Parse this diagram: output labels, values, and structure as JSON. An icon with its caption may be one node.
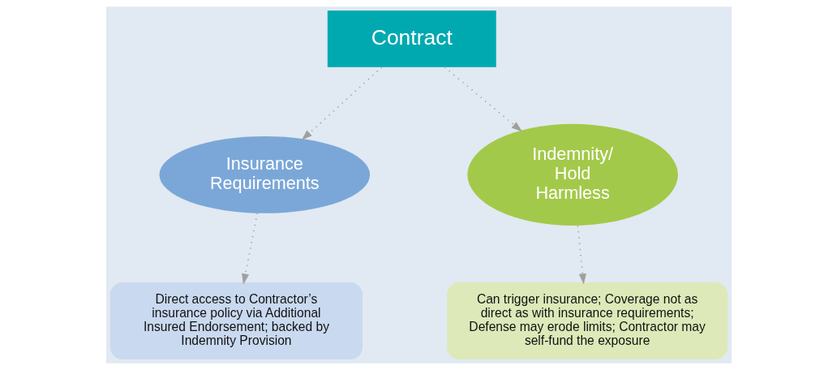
{
  "diagram": {
    "nodes": [
      {
        "text": [
          "Contract"
        ]
      },
      {
        "text": [
          "Insurance Requirements"
        ]
      },
      {
        "text": [
          "Indemnity/ Hold Harmless"
        ]
      },
      {
        "text": [
          "Direct access to Contractor’s insurance policy via Additional Insured Endorsement; backed by Indemnity Provision"
        ]
      },
      {
        "text": [
          "Can trigger insurance; Coverage not as direct as with insurance requirements; Defense may erode limits; Contractor may self-fund the exposure"
        ]
      }
    ],
    "edges": [
      {
        "from": 0,
        "to": 1,
        "arrow": "to"
      },
      {
        "from": 0,
        "to": 2,
        "arrow": "to"
      },
      {
        "from": 1,
        "to": 3,
        "arrow": "to"
      },
      {
        "from": 2,
        "to": 4,
        "arrow": "to"
      }
    ]
  }
}
